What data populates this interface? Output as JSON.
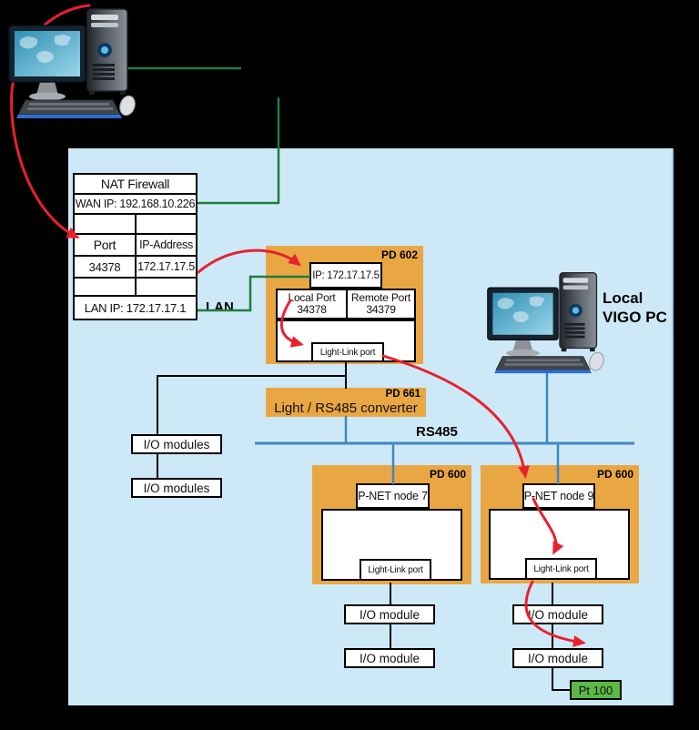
{
  "colors": {
    "background": "#000000",
    "panel_blue": "#cde9f7",
    "device_orange": "#e9a743",
    "sensor_green": "#5cb847",
    "line_green": "#1e7d41",
    "line_blue": "#3f87c0",
    "arrow_red": "#e8212e"
  },
  "nat_firewall": {
    "title": "NAT Firewall",
    "wan_ip": "WAN IP: 192.168.10.226",
    "port_header": "Port",
    "ip_header": "IP-Address",
    "port_value": "34378",
    "ip_value": "172.17.17.5",
    "lan_ip": "LAN IP: 172.17.17.1"
  },
  "labels": {
    "lan": "LAN",
    "rs485": "RS485",
    "local_pc_line1": "Local",
    "local_pc_line2": "VIGO PC"
  },
  "pd602": {
    "tag": "PD 602",
    "ip": "IP: 172.17.17.5",
    "local_port_header": "Local Port",
    "local_port_value": "34378",
    "remote_port_header": "Remote Port",
    "remote_port_value": "34379",
    "light_link_port": "Light-Link port"
  },
  "pd661": {
    "tag": "PD 661",
    "name": "Light / RS485 converter"
  },
  "pd600_left": {
    "tag": "PD 600",
    "node": "P-NET node 7",
    "light_link_port": "Light-Link port"
  },
  "pd600_right": {
    "tag": "PD 600",
    "node": "P-NET node 9",
    "light_link_port": "Light-Link port"
  },
  "io_modules_top": [
    "I/O modules",
    "I/O modules"
  ],
  "io_modules_left": [
    "I/O module",
    "I/O module"
  ],
  "io_modules_right": [
    "I/O module",
    "I/O module"
  ],
  "pt100": "Pt 100"
}
